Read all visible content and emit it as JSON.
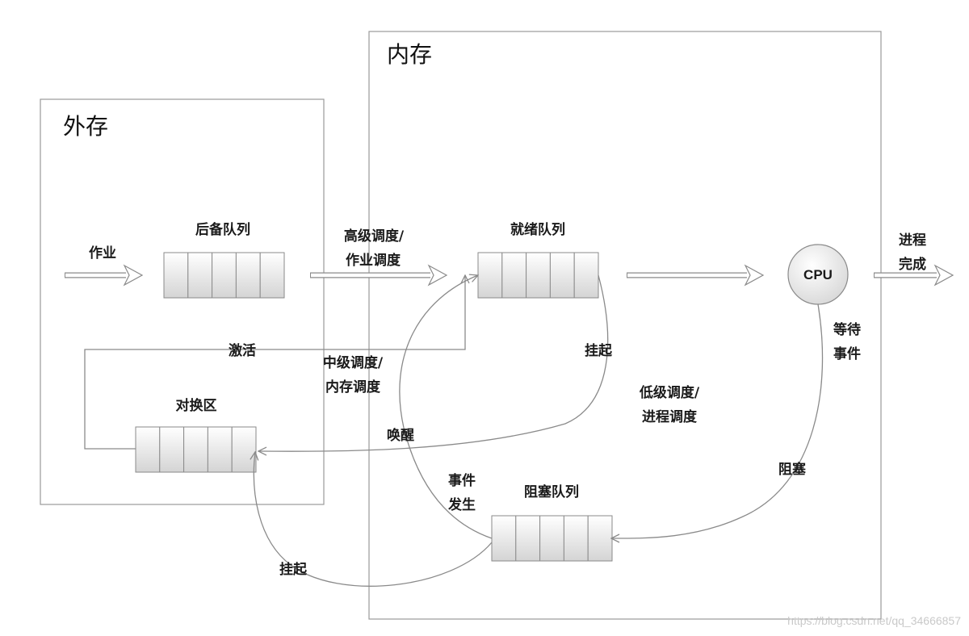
{
  "regions": {
    "external": "外存",
    "memory": "内存"
  },
  "queues": {
    "backup": "后备队列",
    "ready": "就绪队列",
    "swap": "对换区",
    "blocked": "阻塞队列"
  },
  "nodes": {
    "cpu": "CPU"
  },
  "transitions": {
    "job_in": "作业",
    "high_level_1": "高级调度/",
    "high_level_2": "作业调度",
    "activate": "激活",
    "mid_level_1": "中级调度/",
    "mid_level_2": "内存调度",
    "suspend_ready": "挂起",
    "low_level_1": "低级调度/",
    "low_level_2": "进程调度",
    "wakeup": "唤醒",
    "event_occurs_1": "事件",
    "event_occurs_2": "发生",
    "wait_event_1": "等待",
    "wait_event_2": "事件",
    "block": "阻塞",
    "suspend_blocked": "挂起",
    "done_1": "进程",
    "done_2": "完成"
  },
  "watermark": "https://blog.csdn.net/qq_34666857",
  "colors": {
    "line": "#8a8a8a",
    "border": "#9a9a9a",
    "cell_top": "#ffffff",
    "cell_bottom": "#d4d4d4"
  }
}
